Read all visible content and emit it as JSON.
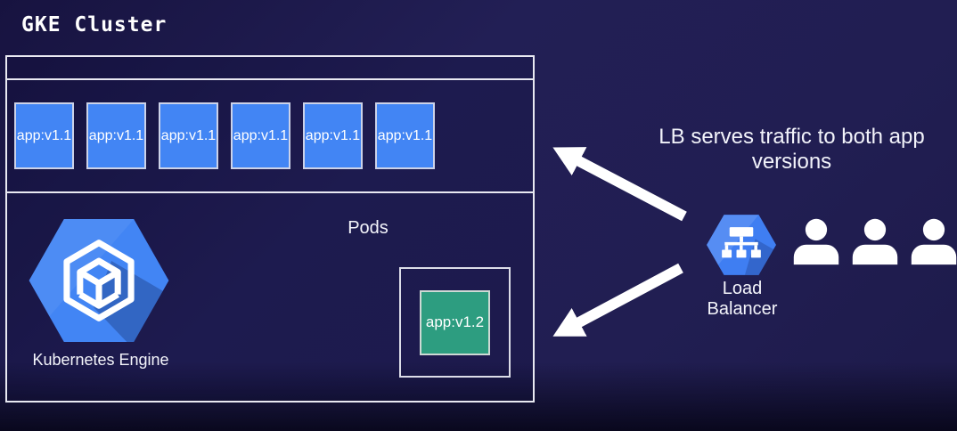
{
  "title": "GKE Cluster",
  "cluster": {
    "pods_v1": {
      "label": "app:v1.1",
      "count": 6,
      "fill_color": "#4285f4",
      "border_color": "#ccd2e8"
    },
    "pods_section_label": "Pods",
    "engine_label": "Kubernetes Engine",
    "pod_v2": {
      "label": "app:v1.2",
      "fill_color": "#2d9d80",
      "border_color": "#cdd9d4"
    },
    "border_color": "#e9e9f2"
  },
  "right_side": {
    "annotation": "LB serves traffic to both app versions",
    "load_balancer_label": "Load Balancer",
    "users_count": 3
  },
  "icons": {
    "gke_hexagon": "kubernetes-engine-icon",
    "load_balancer_hexagon": "load-balancer-icon",
    "user": "user-icon",
    "arrows": "white arrows from load balancer to cluster (top and bottom app versions)"
  },
  "colors": {
    "background": "#201d50",
    "hexagon_blue": "#4285f4",
    "arrow": "#ffffff",
    "text": "#ffffff"
  }
}
